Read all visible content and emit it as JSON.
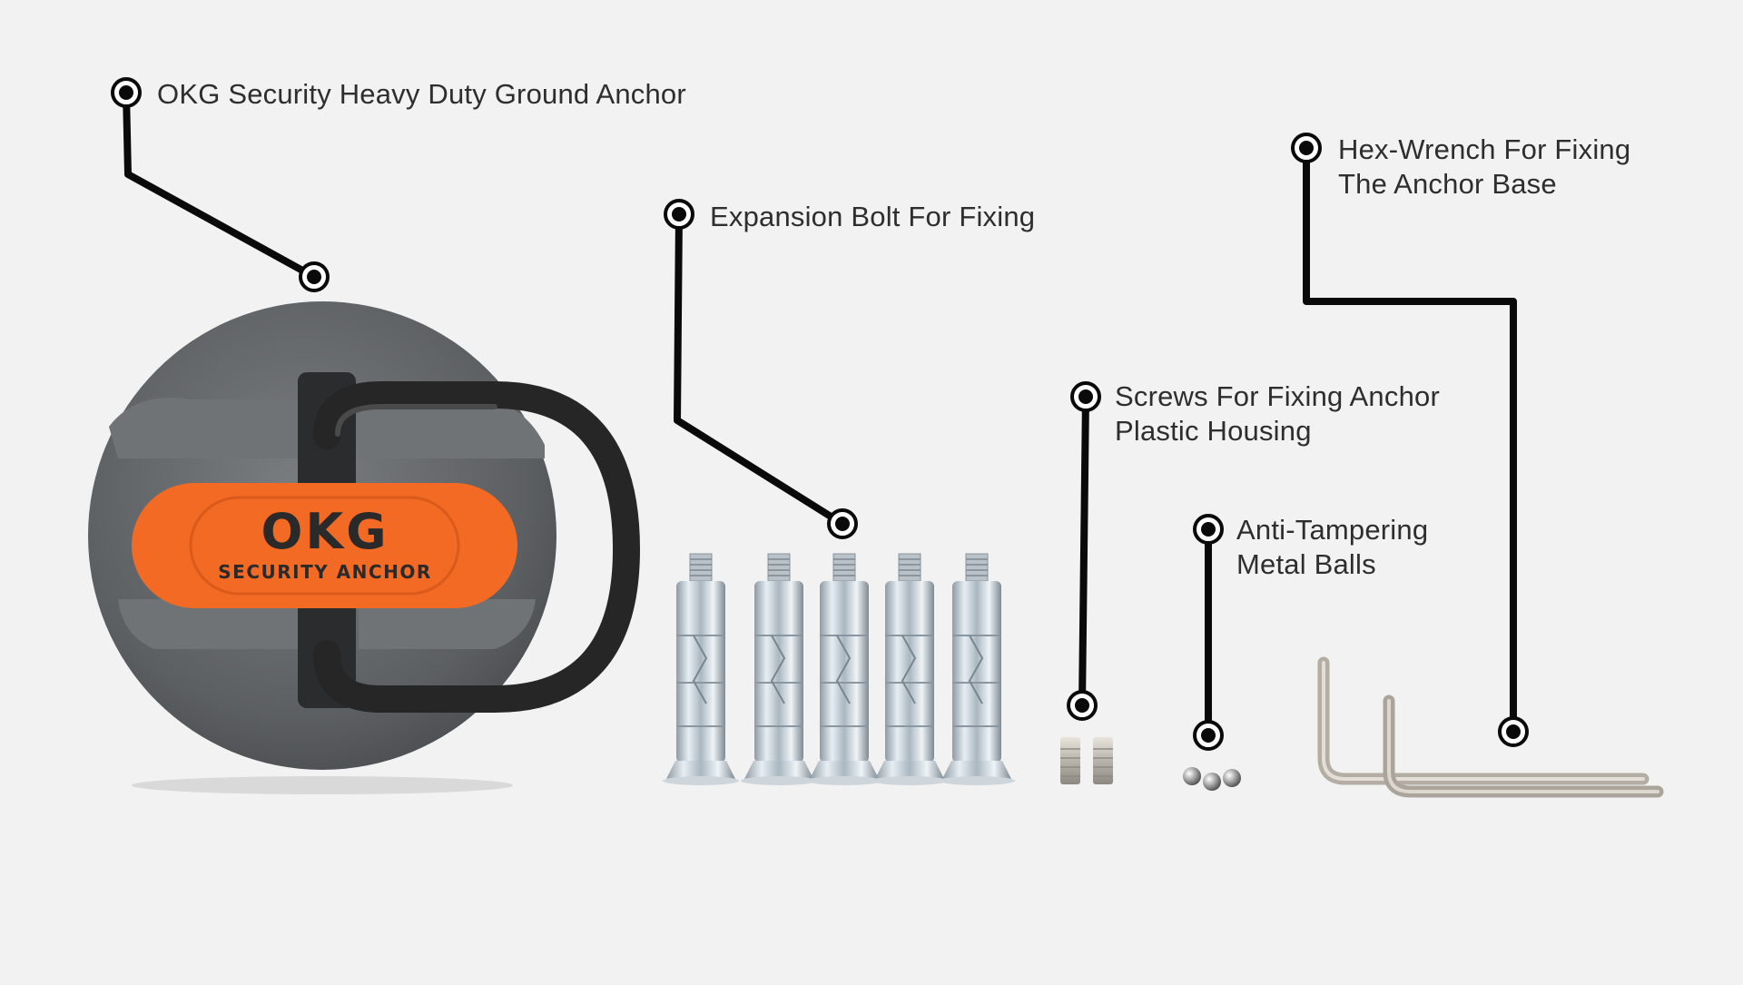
{
  "callouts": {
    "anchor": {
      "line1": "OKG Security Heavy Duty Ground Anchor"
    },
    "bolt": {
      "line1": "Expansion Bolt For Fixing"
    },
    "screws": {
      "line1": "Screws For Fixing Anchor",
      "line2": "Plastic Housing"
    },
    "balls": {
      "line1": "Anti-Tampering",
      "line2": "Metal Balls"
    },
    "wrench": {
      "line1": "Hex-Wrench For Fixing",
      "line2": "The Anchor Base"
    }
  },
  "product_badge": {
    "brand": "OKG",
    "subtitle": "SECURITY ANCHOR"
  },
  "colors": {
    "background": "#f2f2f2",
    "leader_line": "#0a0a0a",
    "anchor_body": "#5f6264",
    "badge_orange": "#f26a24",
    "shackle": "#2a2a2a",
    "metal": "#c9d3da"
  }
}
